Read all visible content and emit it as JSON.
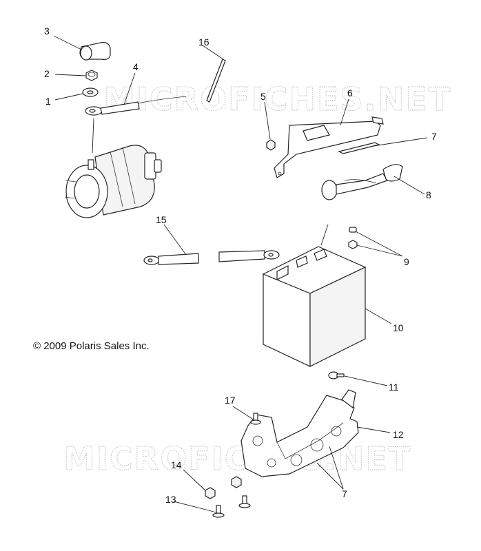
{
  "copyright": "© 2009 Polaris Sales Inc.",
  "watermark": "MICROFICHES.NET",
  "callouts": {
    "c1": "1",
    "c2": "2",
    "c3": "3",
    "c4": "4",
    "c5": "5",
    "c6": "6",
    "c7a": "7",
    "c7b": "7",
    "c8": "8",
    "c9": "9",
    "c10": "10",
    "c11": "11",
    "c12": "12",
    "c13": "13",
    "c14": "14",
    "c15": "15",
    "c16": "16",
    "c17": "17"
  }
}
